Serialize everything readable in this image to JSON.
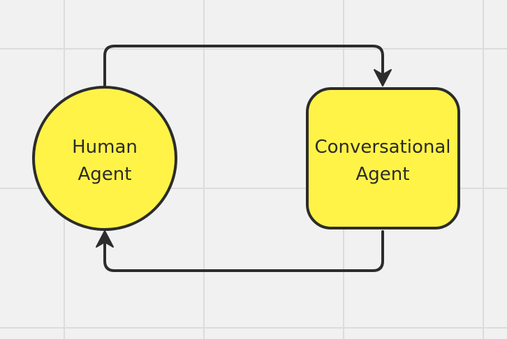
{
  "diagram": {
    "background": "#f1f1f1",
    "grid_color": "#dcdcdc",
    "node_fill": "#fff347",
    "stroke_color": "#2c2c2c",
    "nodes": [
      {
        "id": "human-agent",
        "shape": "circle",
        "lines": [
          "Human",
          "Agent"
        ]
      },
      {
        "id": "conversational-agent",
        "shape": "rounded-rectangle",
        "lines": [
          "Conversational",
          "Agent"
        ]
      }
    ],
    "edges": [
      {
        "from": "human-agent",
        "to": "conversational-agent",
        "route": "top"
      },
      {
        "from": "conversational-agent",
        "to": "human-agent",
        "route": "bottom"
      }
    ]
  }
}
